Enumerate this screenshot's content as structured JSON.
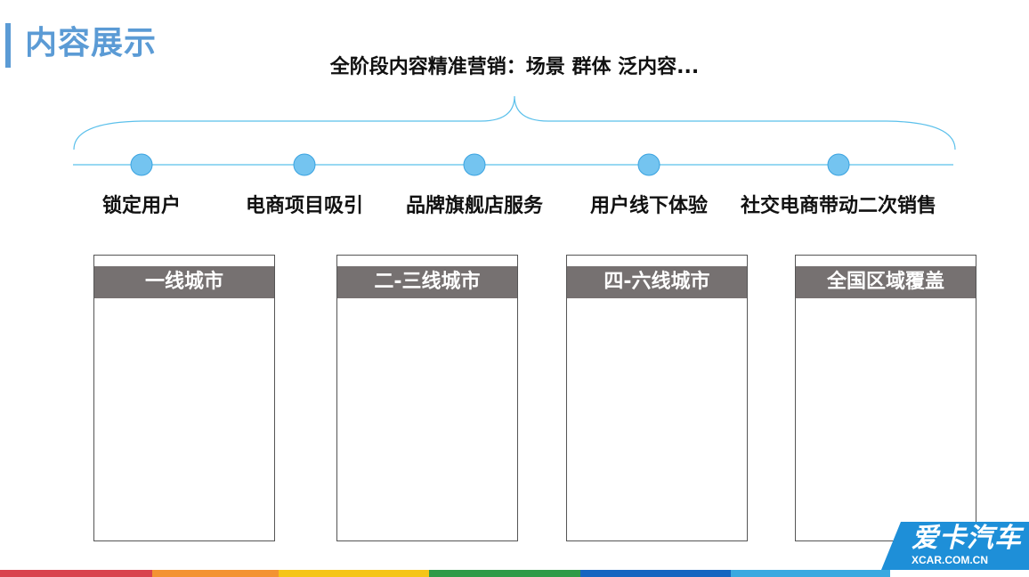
{
  "slide": {
    "title": "内容展示",
    "subtitle": "全阶段内容精准营销：场景 群体 泛内容...",
    "stages": [
      {
        "label": "锁定用户"
      },
      {
        "label": "电商项目吸引"
      },
      {
        "label": "品牌旗舰店服务"
      },
      {
        "label": "用户线下体验"
      },
      {
        "label": "社交电商带动二次销售"
      }
    ],
    "panels": [
      {
        "header": "一线城市"
      },
      {
        "header": "二-三线城市"
      },
      {
        "header": "四-六线城市"
      },
      {
        "header": "全国区域覆盖"
      }
    ]
  },
  "logo": {
    "main": "爱卡汽车",
    "sub": "XCAR.COM.CN"
  },
  "colors": {
    "accent": "#5b9bd5",
    "timeline_line": "#5bc0eb",
    "node_fill": "#74c4f0",
    "panel_header": "#767171",
    "stripes": [
      "#d9434e",
      "#f39332",
      "#f5c518",
      "#2f9a48",
      "#1565c0",
      "#3aa9e0"
    ]
  }
}
